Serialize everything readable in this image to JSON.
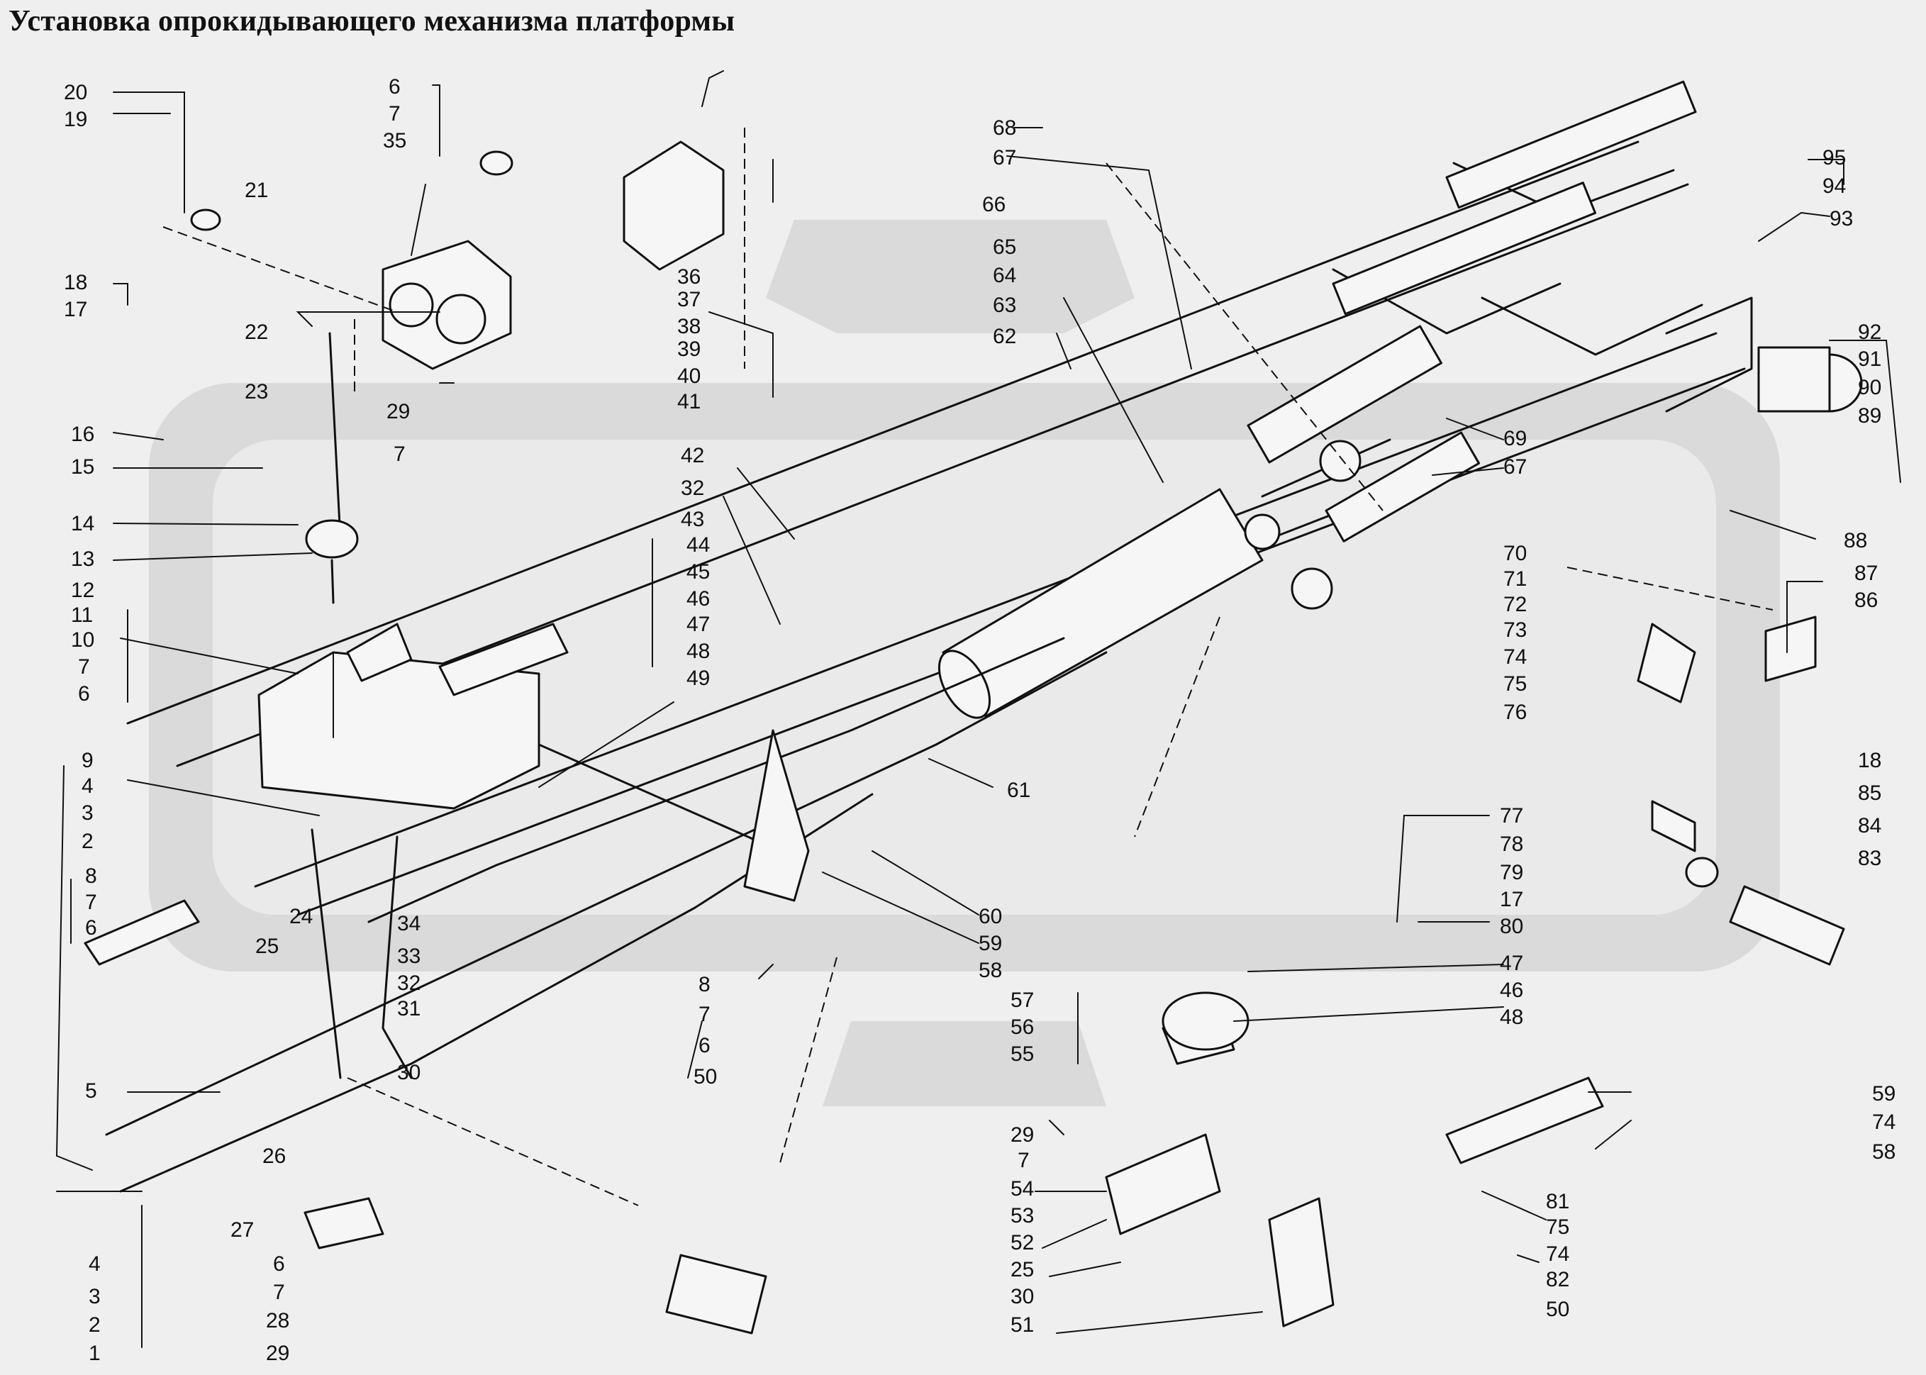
{
  "title": "Установка опрокидывающего механизма платформы",
  "callouts": {
    "left_column": [
      "20",
      "19",
      "18",
      "17",
      "16",
      "15",
      "14",
      "13",
      "12",
      "11",
      "10",
      "7",
      "6",
      "9",
      "4",
      "3",
      "2",
      "8",
      "7",
      "6",
      "5",
      "4",
      "3",
      "2",
      "1"
    ],
    "top_cluster": [
      "6",
      "7",
      "35",
      "21",
      "22",
      "23",
      "29",
      "7",
      "66",
      "36",
      "37",
      "38",
      "39",
      "40",
      "41"
    ],
    "middle_cluster": [
      "42",
      "32",
      "43",
      "44",
      "45",
      "46",
      "47",
      "48",
      "49",
      "24",
      "25",
      "34",
      "33",
      "32",
      "31",
      "30",
      "26",
      "27",
      "6",
      "7",
      "28",
      "29",
      "8",
      "7",
      "6",
      "50",
      "61",
      "60",
      "59",
      "58"
    ],
    "upper_right": [
      "68",
      "67",
      "65",
      "64",
      "63",
      "62",
      "95",
      "94",
      "93",
      "92",
      "91",
      "90",
      "89",
      "69",
      "67",
      "88",
      "70",
      "71",
      "72",
      "73",
      "74",
      "75",
      "76",
      "87",
      "86"
    ],
    "lower_right": [
      "77",
      "78",
      "79",
      "17",
      "80",
      "18",
      "85",
      "84",
      "83",
      "47",
      "46",
      "48",
      "57",
      "56",
      "55",
      "59",
      "74",
      "58",
      "29",
      "7",
      "81",
      "75",
      "74",
      "54",
      "53",
      "52",
      "25",
      "30",
      "51",
      "82",
      "50"
    ]
  }
}
